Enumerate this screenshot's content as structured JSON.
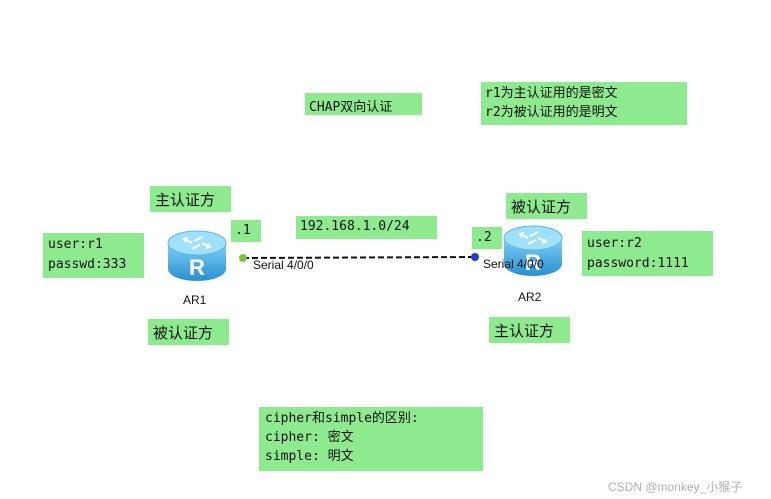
{
  "title": "CHAP双向认证",
  "note": [
    "r1为主认证用的是密文",
    "r2为被认证用的是明文"
  ],
  "ar1": {
    "name": "AR1",
    "role_top": "主认证方",
    "role_bottom": "被认证方",
    "address": ".1",
    "interface": "Serial 4/0/0",
    "creds": [
      "user:r1",
      "passwd:333"
    ]
  },
  "ar2": {
    "name": "AR2",
    "role_top": "被认证方",
    "role_bottom": "主认证方",
    "address": ".2",
    "interface": "Serial 4/0/0",
    "creds": [
      "user:r2",
      "password:1111"
    ]
  },
  "link": {
    "subnet": "192.168.1.0/24",
    "endpoint_colors": [
      "#7ec43a",
      "#1f3fd0"
    ]
  },
  "cipher_box": [
    "cipher和simple的区别:",
    "cipher: 密文",
    "simple: 明文"
  ],
  "watermark": "CSDN @monkey_小猴子",
  "colors": {
    "label_bg": "#8eea8e",
    "router_blue": "#3aa6dd"
  },
  "icons": {
    "router": "router-icon"
  }
}
